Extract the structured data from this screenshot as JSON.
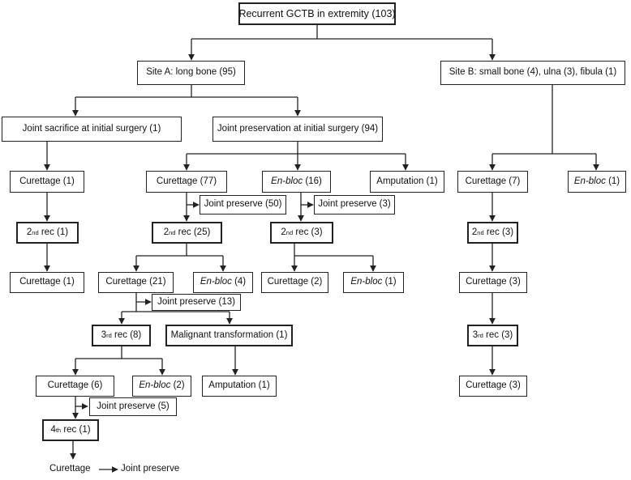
{
  "title": "Recurrent GCTB in extremity (103)",
  "site_a": "Site A: long bone (95)",
  "site_b": "Site B: small bone (4), ulna (3), fibula (1)",
  "joint_sacrifice": "Joint sacrifice at initial surgery (1)",
  "joint_preservation": "Joint preservation at initial surgery (94)",
  "rec_word": "rec",
  "sup_2nd": "nd",
  "sup_3rd": "rd",
  "sup_4th": "th",
  "js": {
    "curettage": "Curettage (1)",
    "rec2_num": "2",
    "rec2_count": "(1)",
    "curettage2": "Curettage (1)"
  },
  "jp": {
    "curettage": "Curettage (77)",
    "enbloc": "En-bloc",
    "enbloc_count": "(16)",
    "amputation": "Amputation (1)",
    "preserve_50": "Joint preserve (50)",
    "preserve_3": "Joint preserve (3)",
    "rec2_num": "2",
    "rec2_count": "(25)",
    "rec2b_num": "2",
    "rec2b_count": "(3)",
    "curettage_21": "Curettage (21)",
    "enbloc_4": "En-bloc",
    "enbloc_4_count": "(4)",
    "curettage_2": "Curettage (2)",
    "enbloc_1": "En-bloc",
    "enbloc_1_count": "(1)",
    "preserve_13": "Joint preserve (13)",
    "rec3_num": "3",
    "rec3_count": "(8)",
    "malignant": "Malignant transformation (1)",
    "curettage_6": "Curettage (6)",
    "enbloc_2": "En-bloc",
    "enbloc_2_count": "(2)",
    "amputation_1": "Amputation (1)",
    "preserve_5": "Joint preserve (5)",
    "rec4_num": "4",
    "rec4_count": "(1)",
    "curettage_final": "Curettage",
    "preserve_final": "Joint preserve"
  },
  "sb": {
    "curettage": "Curettage (7)",
    "enbloc": "En-bloc",
    "enbloc_count": "(1)",
    "rec2_num": "2",
    "rec2_count": "(3)",
    "curettage_3a": "Curettage (3)",
    "rec3_num": "3",
    "rec3_count": "(3)",
    "curettage_3b": "Curettage (3)"
  }
}
